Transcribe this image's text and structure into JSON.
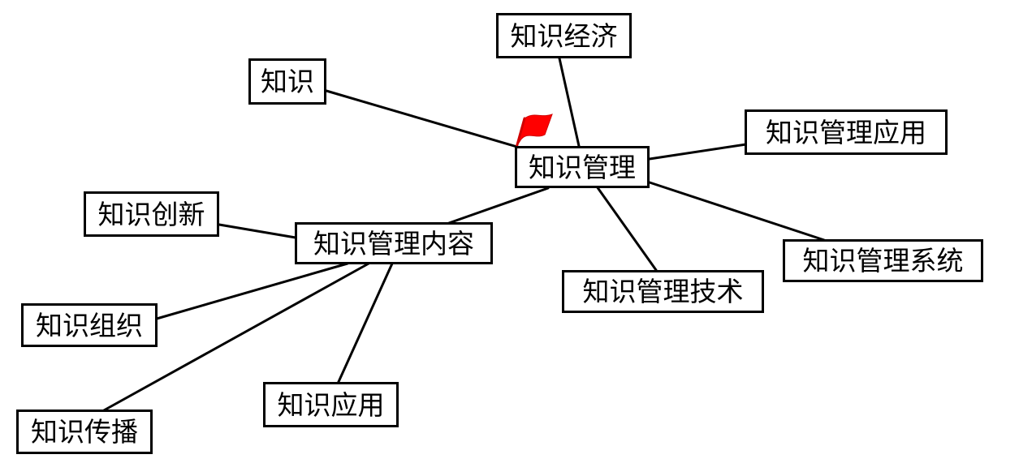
{
  "central": {
    "label": "知识管理"
  },
  "branches": {
    "knowledge": "知识",
    "knowledge_economy": "知识经济",
    "km_application": "知识管理应用",
    "km_system": "知识管理系统",
    "km_technology": "知识管理技术",
    "km_content": "知识管理内容"
  },
  "content_children": {
    "knowledge_innovation": "知识创新",
    "knowledge_organization": "知识组织",
    "knowledge_dissemination": "知识传播",
    "knowledge_application": "知识应用"
  },
  "colors": {
    "line": "#000000",
    "flag": "#ff0000",
    "background": "#ffffff"
  },
  "icons": [
    "flag-icon"
  ]
}
